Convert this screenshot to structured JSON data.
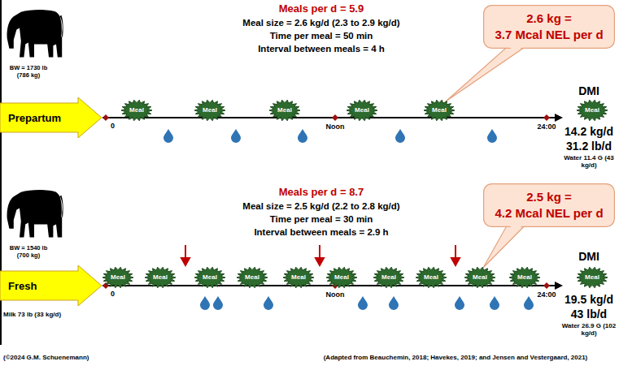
{
  "diagram": {
    "nodes": [
      {
        "text": [
          "2.6 kg =",
          "3.7 Mcal NEL per d"
        ]
      },
      {
        "text": [
          "Prepartum"
        ]
      },
      {
        "text": [
          "Meal"
        ]
      },
      {
        "text": [
          "Meal"
        ]
      },
      {
        "text": [
          "Meal"
        ]
      },
      {
        "text": [
          "Meal"
        ]
      },
      {
        "text": [
          "Meal"
        ]
      },
      {
        "text": [
          "Meal"
        ]
      },
      {
        "text": [
          "2.5 kg =",
          "4.2 Mcal NEL per d"
        ]
      },
      {
        "text": [
          "Fresh"
        ]
      },
      {
        "text": [
          "Meal"
        ]
      },
      {
        "text": [
          "Meal"
        ]
      },
      {
        "text": [
          "Meal"
        ]
      },
      {
        "text": [
          "Meal"
        ]
      },
      {
        "text": [
          "Meal"
        ]
      },
      {
        "text": [
          "Meal"
        ]
      },
      {
        "text": [
          "Meal"
        ]
      },
      {
        "text": [
          "Meal"
        ]
      },
      {
        "text": [
          "Meal"
        ]
      },
      {
        "text": [
          "Meal"
        ]
      },
      {
        "text": [
          "Meal"
        ]
      }
    ],
    "labels": [
      "Meals per d = 5.9",
      "Meal size = 2.6 kg/d (2.3 to 2.9 kg/d)",
      "Time per meal = 50 min",
      "Interval between meals = 4 h",
      "BW = 1730 lb (786 kg)",
      "0",
      "Noon",
      "24:00",
      "DMI",
      "14.2 kg/d",
      "31.2 lb/d",
      "Water 11.4 G (43 kg/d)",
      "Meals per d = 8.7",
      "Meal size = 2.5 kg/d (2.2 to 2.8 kg/d)",
      "Time per meal = 30 min",
      "Interval between meals = 2.9 h",
      "BW = 1540 lb (700 kg)",
      "Milk 73 lb (33 kg/d)",
      "0",
      "Noon",
      "24:00",
      "DMI",
      "19.5 kg/d",
      "43 lb/d",
      "Water 26.9 G (102 kg/d)",
      "(©2024 G.M. Schuenemann)",
      "(Adapted from Beauchemin, 2018; Havekes, 2019; and Jensen and Vestergaard, 2021)"
    ]
  }
}
